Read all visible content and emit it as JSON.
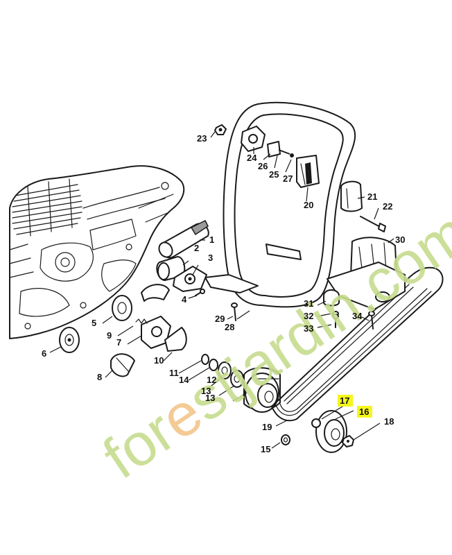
{
  "watermark": {
    "segments": [
      {
        "text": "forest",
        "color": "#c7dc8f"
      },
      {
        "text": "jardin",
        "color": "#c7dc8f"
      },
      {
        "text": ".com",
        "color": "#c7dc8f"
      }
    ],
    "accent_color": "#f3c58a"
  },
  "highlight_color": "#f5f51f",
  "callouts": [
    {
      "id": "1",
      "highlighted": false
    },
    {
      "id": "2",
      "highlighted": false
    },
    {
      "id": "3",
      "highlighted": false
    },
    {
      "id": "4",
      "highlighted": false
    },
    {
      "id": "5",
      "highlighted": false
    },
    {
      "id": "6",
      "highlighted": false
    },
    {
      "id": "7",
      "highlighted": false
    },
    {
      "id": "8",
      "highlighted": false
    },
    {
      "id": "9",
      "highlighted": false
    },
    {
      "id": "10",
      "highlighted": false
    },
    {
      "id": "11",
      "highlighted": false
    },
    {
      "id": "12",
      "highlighted": false
    },
    {
      "id": "13",
      "highlighted": false
    },
    {
      "id": "13",
      "highlighted": false
    },
    {
      "id": "14",
      "highlighted": false
    },
    {
      "id": "15",
      "highlighted": false
    },
    {
      "id": "16",
      "highlighted": true
    },
    {
      "id": "17",
      "highlighted": true
    },
    {
      "id": "18",
      "highlighted": false
    },
    {
      "id": "19",
      "highlighted": false
    },
    {
      "id": "20",
      "highlighted": false
    },
    {
      "id": "21",
      "highlighted": false
    },
    {
      "id": "22",
      "highlighted": false
    },
    {
      "id": "23",
      "highlighted": false
    },
    {
      "id": "24",
      "highlighted": false
    },
    {
      "id": "25",
      "highlighted": false
    },
    {
      "id": "26",
      "highlighted": false
    },
    {
      "id": "27",
      "highlighted": false
    },
    {
      "id": "28",
      "highlighted": false
    },
    {
      "id": "29",
      "highlighted": false
    },
    {
      "id": "30",
      "highlighted": false
    },
    {
      "id": "31",
      "highlighted": false
    },
    {
      "id": "32",
      "highlighted": false
    },
    {
      "id": "33",
      "highlighted": false
    },
    {
      "id": "34",
      "highlighted": false
    }
  ]
}
